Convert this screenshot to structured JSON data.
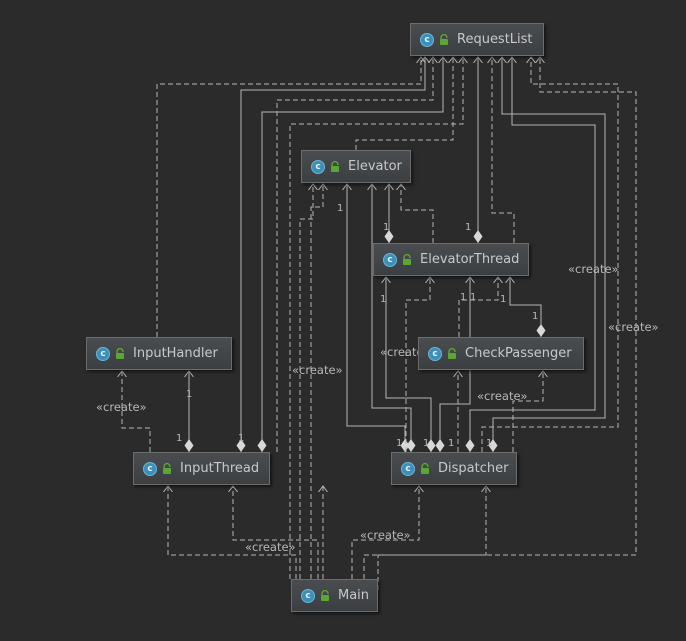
{
  "nodes": {
    "request_list": "RequestList",
    "elevator": "Elevator",
    "elevator_thread": "ElevatorThread",
    "input_handler": "InputHandler",
    "check_passenger": "CheckPassenger",
    "input_thread": "InputThread",
    "dispatcher": "Dispatcher",
    "main": "Main"
  },
  "class_icon_letter": "c",
  "labels": {
    "create": "«create»",
    "multiplicity": "1"
  },
  "colors": {
    "background": "#2b2b2b",
    "edge": "#b5b5b5",
    "class_icon": "#3d8fb8",
    "lock_icon": "#5aa832"
  }
}
